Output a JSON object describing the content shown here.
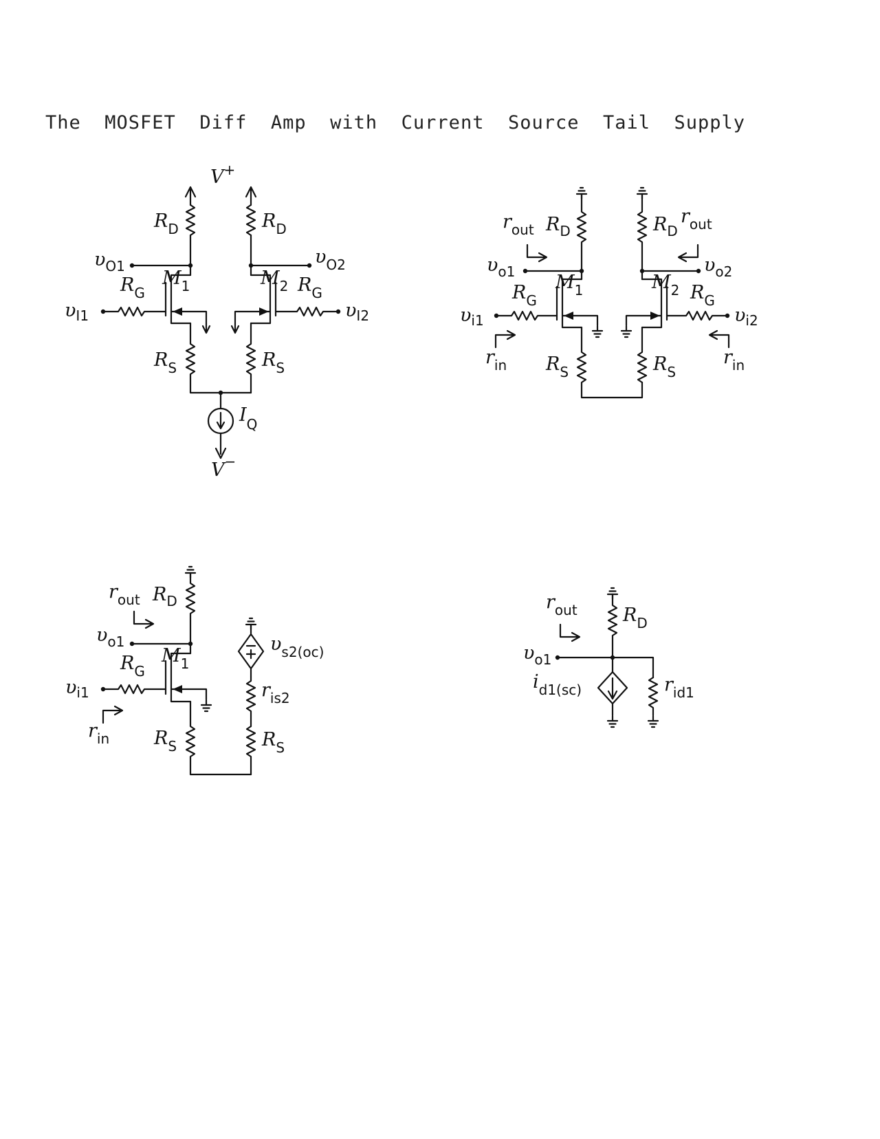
{
  "title": "The  MOSFET  Diff  Amp  with  Current  Source  Tail  Supply",
  "circuits": {
    "full": {
      "labels": {
        "vplus": "V",
        "vplus_sup": "+",
        "vminus": "V",
        "vminus_sup": "−",
        "rd1": "R",
        "rd1_sub": "D",
        "rd2": "R",
        "rd2_sub": "D",
        "vo1": "υ",
        "vo1_sub": "O1",
        "vo2": "υ",
        "vo2_sub": "O2",
        "rg1": "R",
        "rg1_sub": "G",
        "rg2": "R",
        "rg2_sub": "G",
        "m1": "M",
        "m1_sub": "1",
        "m2": "M",
        "m2_sub": "2",
        "vi1": "υ",
        "vi1_sub": "I1",
        "vi2": "υ",
        "vi2_sub": "I2",
        "rs1": "R",
        "rs1_sub": "S",
        "rs2": "R",
        "rs2_sub": "S",
        "iq": "I",
        "iq_sub": "Q"
      }
    },
    "small_signal": {
      "labels": {
        "rout1": "r",
        "rout1_sub": "out",
        "rd1": "R",
        "rd1_sub": "D",
        "rd2": "R",
        "rd2_sub": "D",
        "rout2": "r",
        "rout2_sub": "out",
        "vo1": "υ",
        "vo1_sub": "o1",
        "vo2": "υ",
        "vo2_sub": "o2",
        "rg1": "R",
        "rg1_sub": "G",
        "rg2": "R",
        "rg2_sub": "G",
        "m1": "M",
        "m1_sub": "1",
        "m2": "M",
        "m2_sub": "2",
        "vi1": "υ",
        "vi1_sub": "i1",
        "vi2": "υ",
        "vi2_sub": "i2",
        "rin1": "r",
        "rin1_sub": "in",
        "rin2": "r",
        "rin2_sub": "in",
        "rs1": "R",
        "rs1_sub": "S",
        "rs2": "R",
        "rs2_sub": "S"
      }
    },
    "half": {
      "labels": {
        "rout": "r",
        "rout_sub": "out",
        "rd": "R",
        "rd_sub": "D",
        "vo1": "υ",
        "vo1_sub": "o1",
        "rg": "R",
        "rg_sub": "G",
        "m1": "M",
        "m1_sub": "1",
        "vi1": "υ",
        "vi1_sub": "i1",
        "rin": "r",
        "rin_sub": "in",
        "rs1": "R",
        "rs1_sub": "S",
        "vs2": "υ",
        "vs2_sub": "s2(oc)",
        "ris2": "r",
        "ris2_sub": "is2",
        "rs2": "R",
        "rs2_sub": "S"
      }
    },
    "norton": {
      "labels": {
        "rout": "r",
        "rout_sub": "out",
        "rd": "R",
        "rd_sub": "D",
        "vo1": "υ",
        "vo1_sub": "o1",
        "id1": "i",
        "id1_sub": "d1(sc)",
        "rid1": "r",
        "rid1_sub": "id1"
      }
    }
  }
}
